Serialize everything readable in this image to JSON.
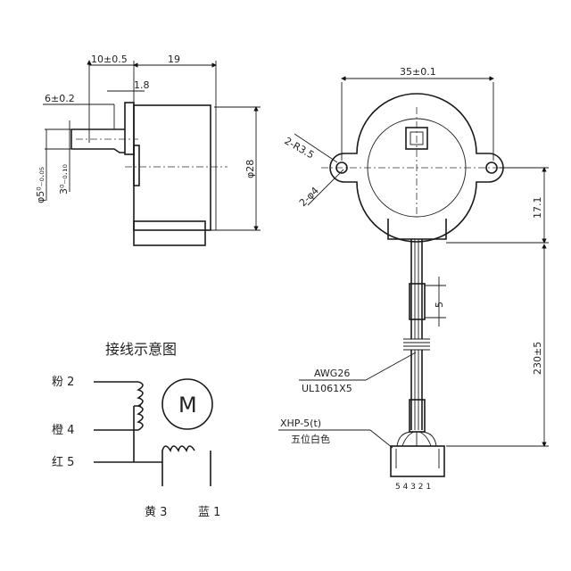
{
  "side_view": {
    "dim_shaft_length": "10±0.5",
    "dim_body_depth": "19",
    "dim_flange": "1.8",
    "dim_flat_length": "6±0.2",
    "dim_shaft_dia": "φ5⁰₋₀.₀₅",
    "dim_flat_width": "3⁰₋₀.₁₀",
    "dim_body_dia": "φ28"
  },
  "front_view": {
    "dim_mount_spacing": "35±0.1",
    "dim_ear_radius": "2-R3.5",
    "dim_hole_dia": "2-φ4",
    "dim_height": "17.1",
    "dim_sleeve": "5",
    "dim_wire_length": "230±5",
    "wire_spec_1": "AWG26",
    "wire_spec_2": "UL1061X5",
    "connector_spec": "XHP-5(t)",
    "connector_desc": "五位白色",
    "pin_numbers": "5 4 3 2 1"
  },
  "wiring": {
    "title": "接线示意图",
    "motor_label": "M",
    "pink": "粉 2",
    "orange": "橙 4",
    "red": "红 5",
    "yellow": "黄 3",
    "blue": "蓝 1"
  }
}
